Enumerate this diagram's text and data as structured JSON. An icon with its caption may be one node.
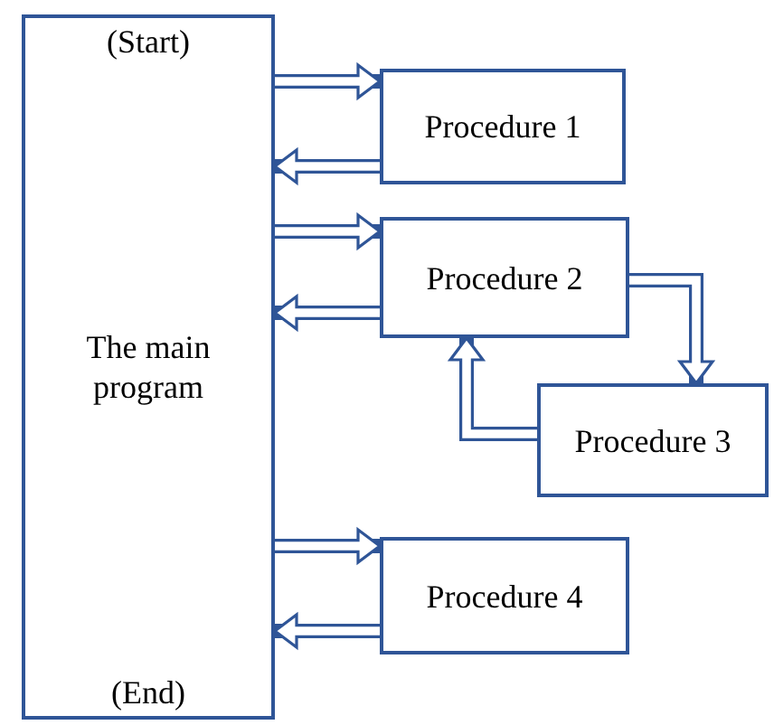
{
  "diagram": {
    "nodes": [
      {
        "text": [
          "(Start)",
          "The main program",
          "(End)"
        ]
      },
      {
        "text": [
          "Procedure 1"
        ]
      },
      {
        "text": [
          "Procedure 2"
        ]
      },
      {
        "text": [
          "Procedure 3"
        ]
      },
      {
        "text": [
          "Procedure 4"
        ]
      }
    ],
    "edges": [
      {
        "from": 0,
        "to": 1,
        "arrow": "to"
      },
      {
        "from": 1,
        "to": 0,
        "arrow": "to"
      },
      {
        "from": 0,
        "to": 2,
        "arrow": "to"
      },
      {
        "from": 2,
        "to": 0,
        "arrow": "to"
      },
      {
        "from": 2,
        "to": 3,
        "arrow": "to"
      },
      {
        "from": 3,
        "to": 2,
        "arrow": "to"
      },
      {
        "from": 0,
        "to": 4,
        "arrow": "to"
      },
      {
        "from": 4,
        "to": 0,
        "arrow": "to"
      }
    ]
  }
}
